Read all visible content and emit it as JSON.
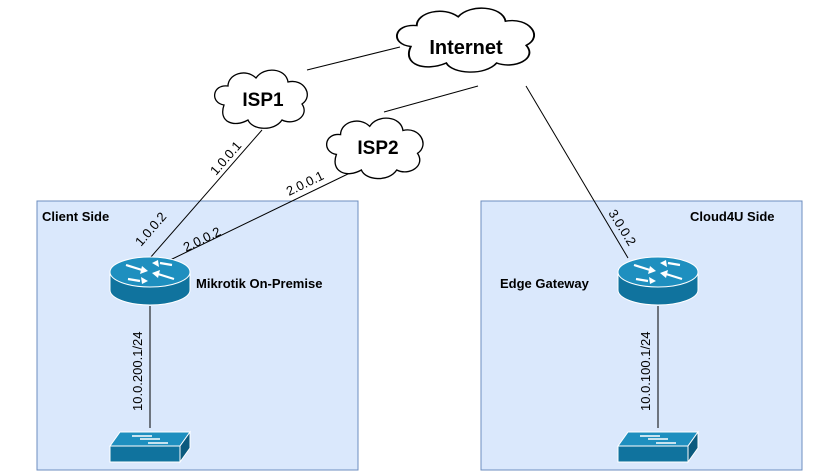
{
  "zones": {
    "client": {
      "label": "Client Side"
    },
    "cloud": {
      "label": "Cloud4U Side"
    }
  },
  "clouds": {
    "internet": "Internet",
    "isp1": "ISP1",
    "isp2": "ISP2"
  },
  "devices": {
    "mikrotik": "Mikrotik On-Premise",
    "edge_gateway": "Edge Gateway"
  },
  "ips": {
    "isp1_side": "1.0.0.1",
    "mikrotik_isp1": "1.0.0.2",
    "isp2_side": "2.0.0.1",
    "mikrotik_isp2": "2.0.0.2",
    "edge_wan": "3.0.0.2",
    "client_lan": "10.0.200.1/24",
    "cloud_lan": "10.0.100.1/24"
  },
  "colors": {
    "zone_fill": "#dae8fc",
    "zone_stroke": "#6c8ebf",
    "device_fill": "#10739e",
    "device_top": "#1e8fbf"
  },
  "icons": [
    "router-icon",
    "switch-icon",
    "cloud-icon"
  ]
}
